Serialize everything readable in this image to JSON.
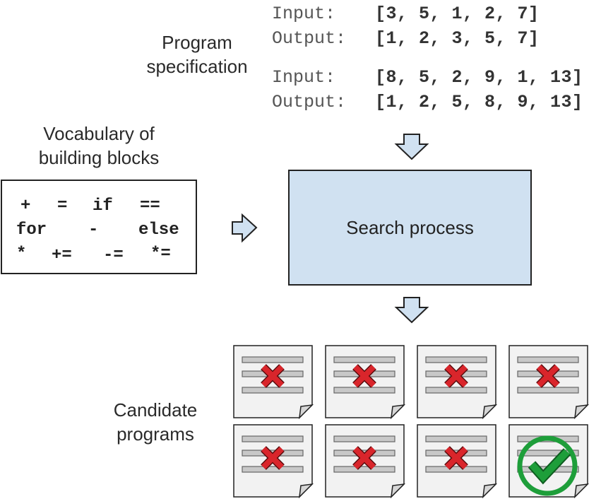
{
  "program_spec": {
    "label_lines": [
      "Program",
      "specification"
    ],
    "examples": [
      {
        "input_key": "Input:",
        "input_value": "[3, 5, 1, 2, 7]",
        "output_key": "Output:",
        "output_value": "[1, 2, 3, 5, 7]"
      },
      {
        "input_key": "Input:",
        "input_value": "[8, 5, 2, 9, 1, 13]",
        "output_key": "Output:",
        "output_value": "[1, 2, 5, 8, 9, 13]"
      }
    ]
  },
  "vocabulary": {
    "label_lines": [
      "Vocabulary of",
      "building blocks"
    ],
    "tokens": [
      "+",
      "=",
      "if",
      "==",
      "for",
      "-",
      "else",
      "*",
      "+=",
      "-=",
      "*="
    ]
  },
  "search": {
    "label": "Search process"
  },
  "candidates": {
    "label_lines": [
      "Candidate",
      "programs"
    ],
    "programs": [
      {
        "status": "rejected",
        "icon": "red-x-icon"
      },
      {
        "status": "rejected",
        "icon": "red-x-icon"
      },
      {
        "status": "rejected",
        "icon": "red-x-icon"
      },
      {
        "status": "rejected",
        "icon": "red-x-icon"
      },
      {
        "status": "rejected",
        "icon": "red-x-icon"
      },
      {
        "status": "rejected",
        "icon": "red-x-icon"
      },
      {
        "status": "rejected",
        "icon": "red-x-icon"
      },
      {
        "status": "accepted",
        "icon": "green-checkmark-icon"
      }
    ]
  },
  "colors": {
    "search_box_fill": "#d0e1f1",
    "arrow_fill": "#d0e1f1",
    "reject_red": "#d9252b",
    "accept_green": "#1e9e3a",
    "document_fill": "#f2f2f2",
    "document_line_fill": "#c8c8c8"
  }
}
